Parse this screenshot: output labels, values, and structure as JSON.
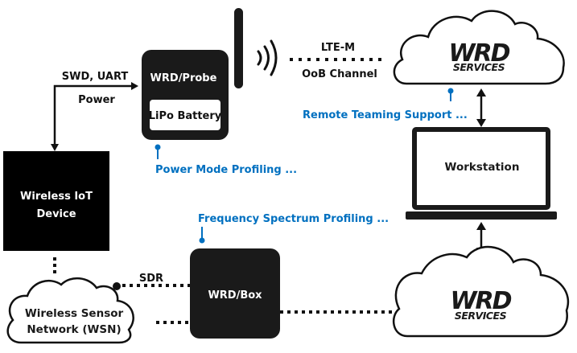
{
  "diagram": {
    "nodes": {
      "wireless_iot_device": {
        "line1": "Wireless IoT",
        "line2": "Device"
      },
      "wrd_probe": {
        "label": "WRD/Probe",
        "battery": "LiPo Battery"
      },
      "wrd_box": {
        "label": "WRD/Box"
      },
      "wsn_cloud": {
        "line1": "Wireless Sensor",
        "line2": "Network (WSN)"
      },
      "workstation": {
        "label": "Workstation"
      },
      "wrd_services_top": {
        "logo": "WRD",
        "subtitle": "SERVICES"
      },
      "wrd_services_bottom": {
        "logo": "WRD",
        "subtitle": "SERVICES"
      }
    },
    "edges": {
      "probe_to_device": {
        "label_top": "SWD, UART",
        "label_bottom": "Power"
      },
      "probe_to_cloud": {
        "label_top": "LTE-M",
        "label_bottom": "OoB Channel"
      },
      "wsn_to_box": {
        "label": "SDR"
      }
    },
    "callouts": {
      "power": "Power Mode Profiling ...",
      "frequency": "Frequency Spectrum Profiling ...",
      "remote": "Remote Teaming Support ..."
    },
    "colors": {
      "callout_blue": "#0070c0",
      "node_black": "#1a1a1a"
    }
  }
}
